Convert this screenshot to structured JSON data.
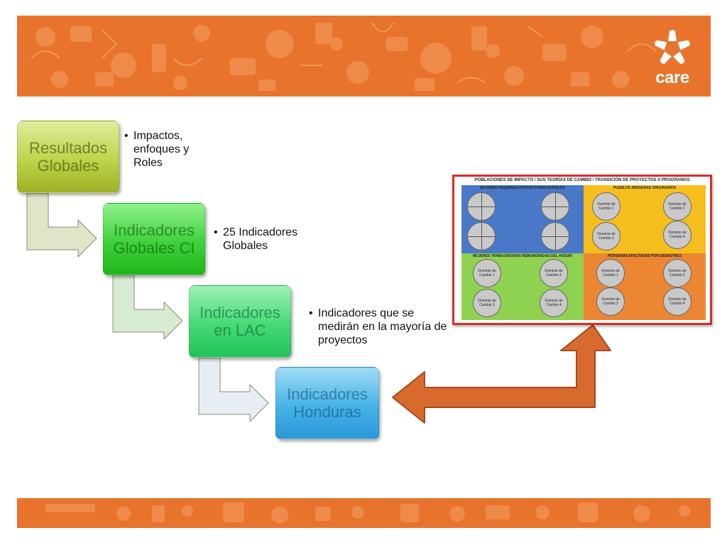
{
  "brand": {
    "logo_text": "care",
    "accent": "#e8732c"
  },
  "hierarchy": [
    {
      "label": "Resultados Globales",
      "bullet": "Impactos, enfoques y Roles",
      "color": "#bfd34a"
    },
    {
      "label": "Indicadores Globales CI",
      "bullet": "25 Indicadores Globales",
      "color": "#3fd13b"
    },
    {
      "label": "Indicadores en LAC",
      "bullet": "Indicadores que se medirán en la mayoría de proyectos",
      "color": "#46d977"
    },
    {
      "label": "Indicadores Honduras",
      "bullet": "",
      "color": "#46b3e7"
    }
  ],
  "thumbnail": {
    "title": "POBLACIONES DE IMPACTO / SUS TEORÍAS DE CAMBIO / TRANSICIÓN DE PROYECTOS A PROGRAMAS",
    "quadrants": [
      {
        "label": "MUJERES PEQUEÑAS PRODUCTORAS RURALES",
        "color": "#4a78c8",
        "domains": [
          "",
          "",
          "",
          ""
        ]
      },
      {
        "label": "PUEBLOS INDIGENAS ORIGINARIOS",
        "color": "#f5be1e",
        "domains": [
          "Dominio de Cambio 1",
          "Dominio de Cambio 2",
          "Dominio de Cambio 3",
          "Dominio de Cambio 4"
        ]
      },
      {
        "label": "MUJERES TRABAJADORAS REMUNERADAS DEL HOGAR",
        "color": "#8fd150",
        "domains": [
          "Dominio de Cambio 1",
          "Dominio de Cambio 2",
          "Dominio de Cambio 3",
          "Dominio de Cambio 4"
        ]
      },
      {
        "label": "PERSONAS AFECTADAS POR DESASTRES",
        "color": "#ec8632",
        "domains": [
          "Dominio de Cambio 1",
          "Dominio de Cambio 2",
          "Dominio de Cambio 3",
          "Dominio de Cambio 4"
        ]
      }
    ]
  }
}
